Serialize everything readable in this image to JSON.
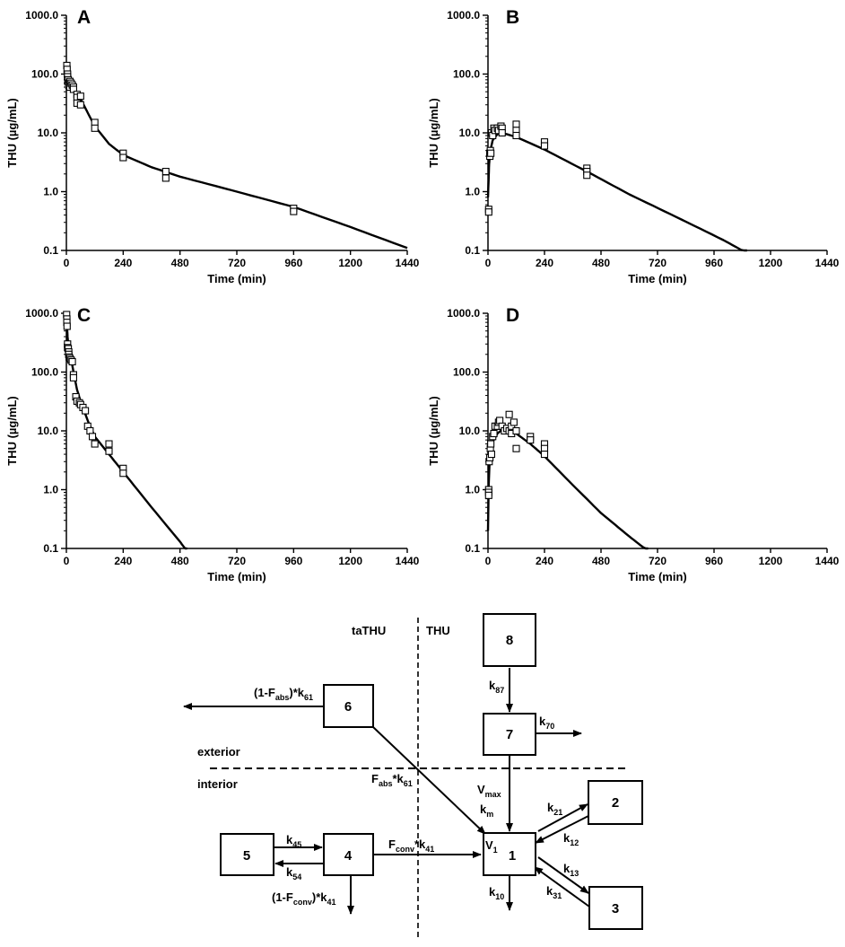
{
  "chart_data": [
    {
      "type": "scatter",
      "panel": "A",
      "xlabel": "Time (min)",
      "ylabel": "THU (µg/mL)",
      "yscale": "log",
      "ylim": [
        0.1,
        1000
      ],
      "xlim": [
        0,
        1440
      ],
      "xticks": [
        "0",
        "240",
        "480",
        "720",
        "960",
        "1200",
        "1440"
      ],
      "yticks": [
        "0.1",
        "1.0",
        "10.0",
        "100.0",
        "1000.0"
      ],
      "observed": [
        [
          2,
          140
        ],
        [
          3,
          120
        ],
        [
          5,
          100
        ],
        [
          5,
          90
        ],
        [
          6,
          75
        ],
        [
          8,
          80
        ],
        [
          10,
          70
        ],
        [
          10,
          65
        ],
        [
          15,
          75
        ],
        [
          15,
          60
        ],
        [
          20,
          70
        ],
        [
          25,
          65
        ],
        [
          30,
          60
        ],
        [
          30,
          55
        ],
        [
          45,
          45
        ],
        [
          45,
          40
        ],
        [
          45,
          32
        ],
        [
          60,
          42
        ],
        [
          60,
          30
        ],
        [
          120,
          15
        ],
        [
          120,
          12
        ],
        [
          240,
          4.5
        ],
        [
          240,
          3.8
        ],
        [
          420,
          2.2
        ],
        [
          420,
          1.7
        ],
        [
          960,
          0.52
        ],
        [
          960,
          0.46
        ]
      ],
      "fitted": [
        [
          0,
          100
        ],
        [
          15,
          72
        ],
        [
          30,
          58
        ],
        [
          60,
          38
        ],
        [
          90,
          22
        ],
        [
          120,
          13
        ],
        [
          180,
          6.5
        ],
        [
          240,
          4.2
        ],
        [
          360,
          2.6
        ],
        [
          480,
          1.8
        ],
        [
          720,
          1.0
        ],
        [
          960,
          0.55
        ],
        [
          1200,
          0.25
        ],
        [
          1440,
          0.11
        ]
      ]
    },
    {
      "type": "scatter",
      "panel": "B",
      "xlabel": "Time (min)",
      "ylabel": "THU (µg/mL)",
      "yscale": "log",
      "ylim": [
        0.1,
        1000
      ],
      "xlim": [
        0,
        1440
      ],
      "xticks": [
        "0",
        "240",
        "480",
        "720",
        "960",
        "1200",
        "1440"
      ],
      "yticks": [
        "0.1",
        "1.0",
        "10.0",
        "100.0",
        "1000.0"
      ],
      "observed": [
        [
          3,
          0.5
        ],
        [
          3,
          0.45
        ],
        [
          8,
          4.5
        ],
        [
          8,
          4.0
        ],
        [
          10,
          5.0
        ],
        [
          12,
          4.5
        ],
        [
          15,
          10
        ],
        [
          20,
          9
        ],
        [
          25,
          12
        ],
        [
          30,
          11
        ],
        [
          40,
          12
        ],
        [
          45,
          11
        ],
        [
          55,
          13
        ],
        [
          60,
          12
        ],
        [
          60,
          10
        ],
        [
          120,
          14
        ],
        [
          120,
          11
        ],
        [
          120,
          9
        ],
        [
          240,
          7
        ],
        [
          240,
          6
        ],
        [
          420,
          2.5
        ],
        [
          420,
          2.2
        ],
        [
          420,
          1.9
        ]
      ],
      "fitted": [
        [
          0,
          0.8
        ],
        [
          5,
          3
        ],
        [
          10,
          5
        ],
        [
          20,
          7.5
        ],
        [
          40,
          9.5
        ],
        [
          60,
          10
        ],
        [
          120,
          8.5
        ],
        [
          240,
          5.2
        ],
        [
          420,
          2.2
        ],
        [
          600,
          0.9
        ],
        [
          800,
          0.37
        ],
        [
          1000,
          0.15
        ],
        [
          1100,
          0.09
        ]
      ]
    },
    {
      "type": "scatter",
      "panel": "C",
      "xlabel": "Time (min)",
      "ylabel": "THU (µg/mL)",
      "yscale": "log",
      "ylim": [
        0.1,
        1000
      ],
      "xlim": [
        0,
        1440
      ],
      "xticks": [
        "0",
        "240",
        "480",
        "720",
        "960",
        "1200",
        "1440"
      ],
      "yticks": [
        "0.1",
        "1.0",
        "10.0",
        "100.0",
        "1000.0"
      ],
      "observed": [
        [
          1,
          950
        ],
        [
          2,
          800
        ],
        [
          2,
          700
        ],
        [
          3,
          600
        ],
        [
          5,
          300
        ],
        [
          5,
          260
        ],
        [
          8,
          250
        ],
        [
          10,
          220
        ],
        [
          10,
          200
        ],
        [
          12,
          180
        ],
        [
          15,
          170
        ],
        [
          20,
          160
        ],
        [
          25,
          150
        ],
        [
          30,
          90
        ],
        [
          30,
          80
        ],
        [
          40,
          38
        ],
        [
          45,
          32
        ],
        [
          55,
          30
        ],
        [
          60,
          28
        ],
        [
          70,
          25
        ],
        [
          80,
          22
        ],
        [
          90,
          12
        ],
        [
          100,
          10
        ],
        [
          110,
          8
        ],
        [
          120,
          6
        ],
        [
          180,
          6
        ],
        [
          180,
          4.5
        ],
        [
          240,
          2.3
        ],
        [
          240,
          1.9
        ]
      ],
      "fitted": [
        [
          0,
          950
        ],
        [
          5,
          400
        ],
        [
          10,
          250
        ],
        [
          20,
          170
        ],
        [
          30,
          100
        ],
        [
          45,
          50
        ],
        [
          60,
          32
        ],
        [
          90,
          15
        ],
        [
          120,
          8
        ],
        [
          180,
          4
        ],
        [
          240,
          2
        ],
        [
          360,
          0.5
        ],
        [
          480,
          0.13
        ],
        [
          510,
          0.09
        ]
      ]
    },
    {
      "type": "scatter",
      "panel": "D",
      "xlabel": "Time (min)",
      "ylabel": "THU (µg/mL)",
      "yscale": "log",
      "ylim": [
        0.1,
        1000
      ],
      "xlim": [
        0,
        1440
      ],
      "xticks": [
        "0",
        "240",
        "480",
        "720",
        "960",
        "1200",
        "1440"
      ],
      "yticks": [
        "0.1",
        "1.0",
        "10.0",
        "100.0",
        "1000.0"
      ],
      "observed": [
        [
          3,
          1.0
        ],
        [
          3,
          0.9
        ],
        [
          3,
          0.8
        ],
        [
          5,
          3
        ],
        [
          8,
          3.5
        ],
        [
          10,
          5
        ],
        [
          12,
          6
        ],
        [
          15,
          4
        ],
        [
          20,
          8
        ],
        [
          25,
          9
        ],
        [
          30,
          12
        ],
        [
          40,
          12
        ],
        [
          45,
          14
        ],
        [
          50,
          15
        ],
        [
          60,
          12
        ],
        [
          70,
          10
        ],
        [
          80,
          11
        ],
        [
          90,
          19
        ],
        [
          90,
          10
        ],
        [
          100,
          12
        ],
        [
          100,
          9
        ],
        [
          110,
          14
        ],
        [
          120,
          10
        ],
        [
          120,
          5
        ],
        [
          180,
          8
        ],
        [
          180,
          7
        ],
        [
          240,
          6
        ],
        [
          240,
          5
        ],
        [
          240,
          4
        ]
      ],
      "fitted": [
        [
          0,
          0.2
        ],
        [
          3,
          1.2
        ],
        [
          6,
          2.5
        ],
        [
          10,
          4
        ],
        [
          20,
          6.5
        ],
        [
          40,
          9
        ],
        [
          60,
          10.5
        ],
        [
          90,
          10.5
        ],
        [
          120,
          9
        ],
        [
          180,
          6
        ],
        [
          240,
          3.7
        ],
        [
          360,
          1.2
        ],
        [
          480,
          0.4
        ],
        [
          600,
          0.16
        ],
        [
          680,
          0.09
        ]
      ]
    }
  ],
  "panels": [
    "A",
    "B",
    "C",
    "D"
  ],
  "diagram": {
    "regions": {
      "left_top": "taTHU",
      "right_top": "THU",
      "exterior": "exterior",
      "interior": "interior"
    },
    "boxes": {
      "b1": "1",
      "b2": "2",
      "b3": "3",
      "b4": "4",
      "b5": "5",
      "b6": "6",
      "b7": "7",
      "b8": "8"
    },
    "v1": {
      "base": "V",
      "sub": "1"
    },
    "vmax": {
      "base": "V",
      "sub": "max"
    },
    "km": {
      "base": "k",
      "sub": "m"
    },
    "k87": {
      "base": "k",
      "sub": "87"
    },
    "k70": {
      "base": "k",
      "sub": "70"
    },
    "k21": {
      "base": "k",
      "sub": "21"
    },
    "k12": {
      "base": "k",
      "sub": "12"
    },
    "k13": {
      "base": "k",
      "sub": "13"
    },
    "k31": {
      "base": "k",
      "sub": "31"
    },
    "k10": {
      "base": "k",
      "sub": "10"
    },
    "k45": {
      "base": "k",
      "sub": "45"
    },
    "k54": {
      "base": "k",
      "sub": "54"
    },
    "k61_out": {
      "pre": "(1-F",
      "sub1": "abs",
      "mid": ")*k",
      "sub2": "61"
    },
    "k61_in": {
      "pre": "F",
      "sub1": "abs",
      "mid": "*k",
      "sub2": "61"
    },
    "k41_conv": {
      "pre": "F",
      "sub1": "conv",
      "mid": "*k",
      "sub2": "41"
    },
    "k41_out": {
      "pre": "(1-F",
      "sub1": "conv",
      "mid": ")*k",
      "sub2": "41"
    }
  }
}
